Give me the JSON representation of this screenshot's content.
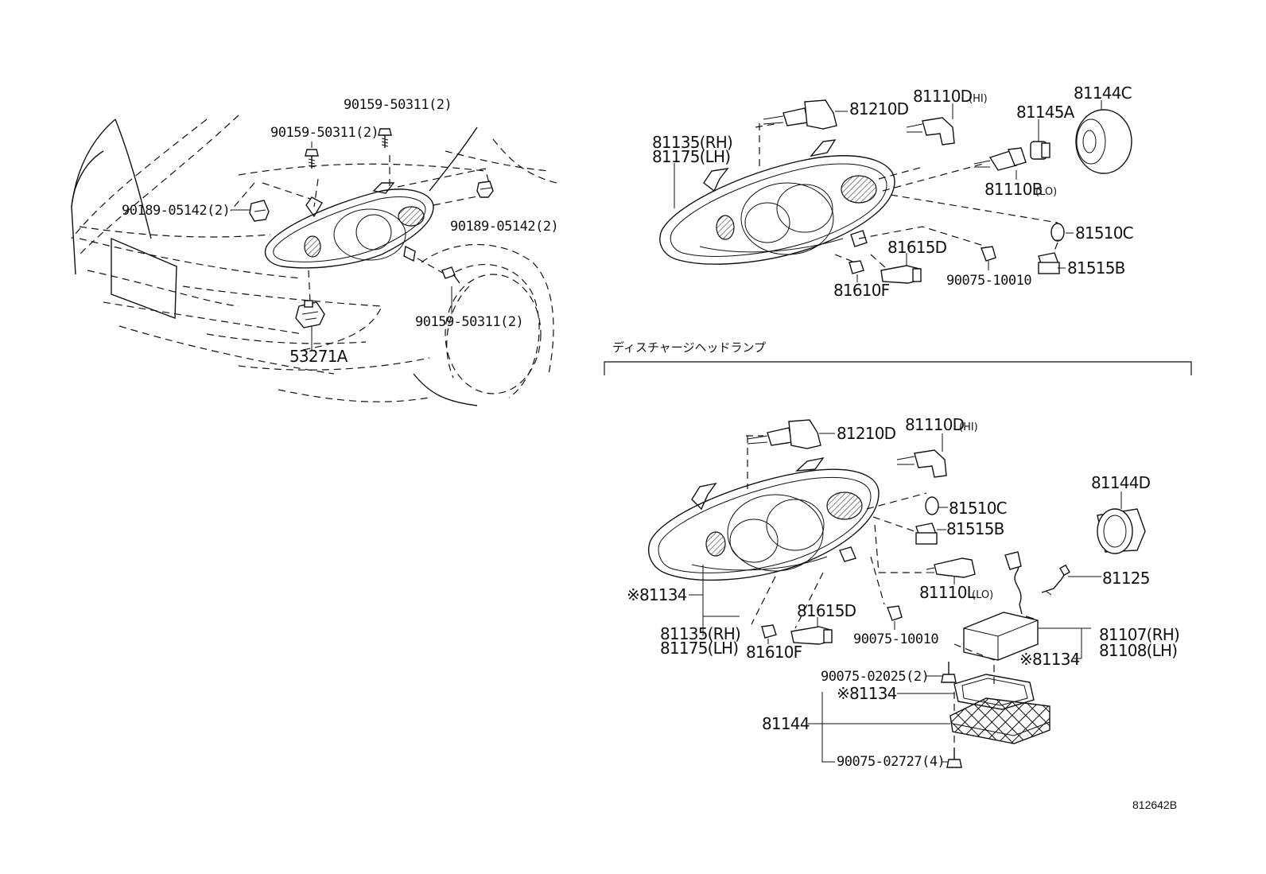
{
  "title_jp": "ディスチャージヘッドランプ",
  "figure_id": "812642B",
  "left_section": {
    "bolt_upper": "90159-50311(2)",
    "bolt_upper2": "90159-50311(2)",
    "clip_left": "90189-05142(2)",
    "clip_right": "90189-05142(2)",
    "bolt_lower": "90159-50311(2)",
    "bracket": "53271A"
  },
  "upper_right": {
    "bulb_low_bracket": "81210D",
    "hi_bulb": "81110D",
    "hi_tag": "(HI)",
    "socket": "81145A",
    "cover": "81144C",
    "lamp_rh": "81135(RH)",
    "lamp_lh": "81175(LH)",
    "lo_bulb": "81110B",
    "lo_tag": "(LO)",
    "bulb_c": "81510C",
    "socket_b": "81515B",
    "bulb_d": "81615D",
    "screw": "90075-10010",
    "bulb_f": "81610F"
  },
  "lower_right": {
    "bulb_low_bracket": "81210D",
    "hi_bulb": "81110D",
    "hi_tag": "(HI)",
    "bulb_c": "81510C",
    "socket_b": "81515B",
    "cover": "81144D",
    "lo_bulb": "81110L",
    "lo_tag": "(LO)",
    "igniter": "81125",
    "note_lamp": "※81134",
    "lamp_rh": "81135(RH)",
    "lamp_lh": "81175(LH)",
    "bulb_d": "81615D",
    "screw": "90075-10010",
    "bulb_f": "81610F",
    "ballast_rh": "81107(RH)",
    "ballast_lh": "81108(LH)",
    "note_ballast": "※81134",
    "bolt_ballast": "90075-02025(2)",
    "note_cover": "※81134",
    "cover_plate": "81144",
    "bolt_cover": "90075-02727(4)"
  }
}
